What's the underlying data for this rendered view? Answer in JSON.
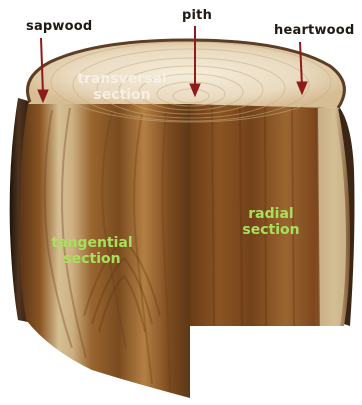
{
  "labels": {
    "sapwood": "sapwood",
    "pith": "pith",
    "heartwood": "heartwood",
    "transversal": [
      "transversal",
      "section"
    ],
    "tangential": [
      "tangential",
      "section"
    ],
    "radial": [
      "radial",
      "section"
    ]
  },
  "colors": {
    "label_dark": "#1f1a12",
    "label_light": "#f6efe2",
    "label_green": "#a8e05a",
    "arrow": "#8e1b1b",
    "cross_section_light": "#e9d7b8",
    "cross_section_ring": "#c8ab80",
    "sapwood_band": "#d9c397",
    "heartwood_dark": "#6a3d18",
    "heartwood_mid": "#8a5623",
    "heartwood_light": "#b07b3f",
    "bark_dark": "#2a1b10",
    "bark_mid": "#5b3b21"
  }
}
